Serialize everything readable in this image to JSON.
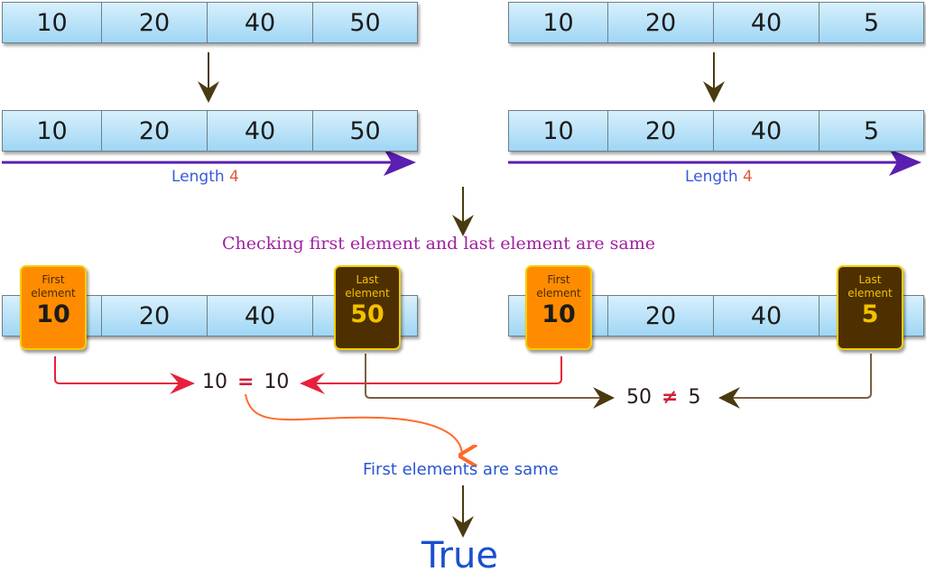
{
  "left": {
    "values": [
      "10",
      "20",
      "40",
      "50"
    ],
    "length_label": "Length",
    "length_value": "4",
    "first_label": "First element",
    "first_value": "10",
    "last_label": "Last element",
    "last_value": "50"
  },
  "right": {
    "values": [
      "10",
      "20",
      "40",
      "5"
    ],
    "length_label": "Length",
    "length_value": "4",
    "first_label": "First element",
    "first_value": "10",
    "last_label": "Last element",
    "last_value": "5"
  },
  "checking_text": "Checking first element and last element are same",
  "compare_left": {
    "a": "10",
    "op": "=",
    "b": "10"
  },
  "compare_right": {
    "a": "50",
    "op": "≠",
    "b": "5"
  },
  "result_text": "First elements are same",
  "final": "True",
  "colors": {
    "cell_top": "#d8f0fc",
    "cell_bottom": "#9fd6f5",
    "first_badge": "#ff8c00",
    "last_badge": "#4e3000",
    "length_arrow": "#5a1fb0",
    "title": "#a020a0",
    "blue_text": "#2a55d0"
  }
}
